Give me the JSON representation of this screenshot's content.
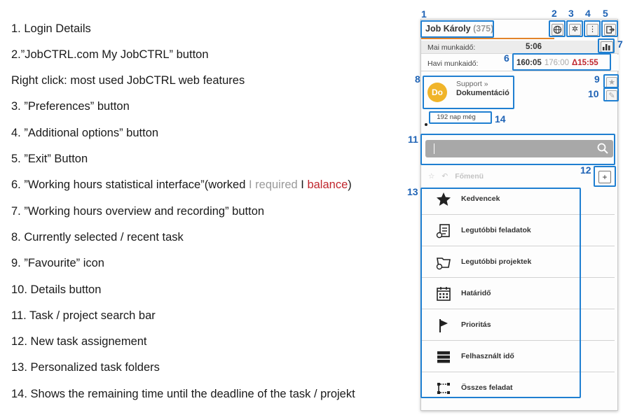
{
  "legend": {
    "items": [
      "1. Login Details",
      "2.”JobCTRL.com My JobCTRL” button",
      "Right click: most used JobCTRL web features",
      "3. ”Preferences” button",
      "4. ”Additional options” button",
      "5. ”Exit” Button",
      "7. ”Working hours overview and recording” button",
      "8. Currently selected / recent task",
      "9. ”Favourite” icon",
      "10. Details button",
      "11. Task / project search bar",
      "12. New task assignement",
      "13. Personalized task folders",
      "14. Shows the remaining time until the deadline of the task / projekt"
    ],
    "item6": {
      "prefix": "6. ”Working hours statistical interface”(worked ",
      "required": "I required ",
      "balance_sep": "I ",
      "balance": "balance",
      "suffix": ")"
    }
  },
  "callouts": [
    "1",
    "2",
    "3",
    "4",
    "5",
    "6",
    "7",
    "8",
    "9",
    "10",
    "11",
    "12",
    "13",
    "14"
  ],
  "widget": {
    "user": {
      "name": "Job Károly",
      "count": "(375)"
    },
    "top_buttons": [
      "globe-icon",
      "gear-icon",
      "more-vertical-icon",
      "exit-icon"
    ],
    "daily": {
      "label": "Mai munkaidő:",
      "value": "5:06"
    },
    "monthly": {
      "label": "Havi munkaidő:"
    },
    "hours": {
      "worked": "160:05",
      "required": "176:00",
      "balance": "Δ15:55"
    },
    "task": {
      "avatar": "Do",
      "project": "Support »",
      "name": "Dokumentáció"
    },
    "deadline": "192 nap még",
    "nav": {
      "menu_label": "Főmenü"
    },
    "folders": [
      {
        "label": "Kedvencek",
        "icon": "star-icon"
      },
      {
        "label": "Legutóbbi feladatok",
        "icon": "recent-tasks-icon"
      },
      {
        "label": "Legutóbbi projektek",
        "icon": "recent-projects-icon"
      },
      {
        "label": "Határidő",
        "icon": "calendar-icon"
      },
      {
        "label": "Prioritás",
        "icon": "flag-icon"
      },
      {
        "label": "Felhasznált idő",
        "icon": "server-icon"
      },
      {
        "label": "Összes feladat",
        "icon": "tree-icon"
      }
    ],
    "colors": {
      "accent": "#1f7fd1",
      "orange": "#e2842a",
      "balance": "#c0262d",
      "avatar": "#f0b429"
    }
  }
}
